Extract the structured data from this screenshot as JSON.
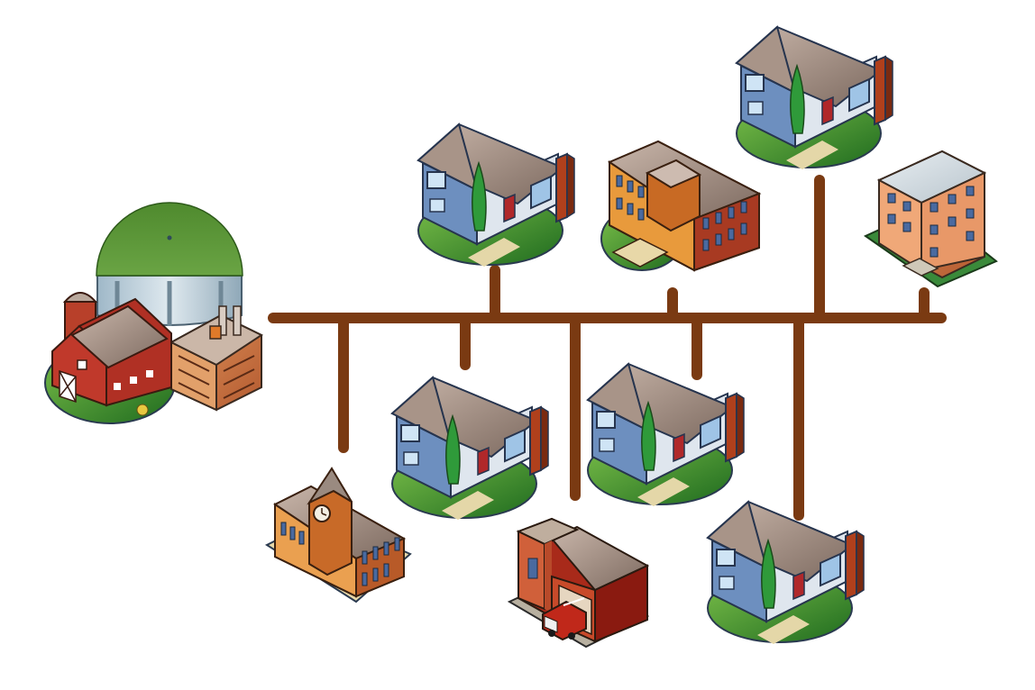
{
  "diagram": {
    "colors": {
      "pipe": "#7a3a12",
      "lawn": "#2f8a2a",
      "roof": "#9a8478",
      "wall_blue": "#5576a8",
      "brick": "#b0432a",
      "dome": "#5b8f3a"
    },
    "nodes": [
      {
        "id": "biogas-farm",
        "icon": "farm-biogas-plant-icon"
      },
      {
        "id": "house-top-1",
        "icon": "house-icon"
      },
      {
        "id": "school",
        "icon": "apartment-school-icon"
      },
      {
        "id": "house-top-2",
        "icon": "house-icon"
      },
      {
        "id": "apartment",
        "icon": "apartment-building-icon"
      },
      {
        "id": "town-hall",
        "icon": "town-hall-icon"
      },
      {
        "id": "house-bottom-1",
        "icon": "house-icon"
      },
      {
        "id": "fire-station",
        "icon": "fire-station-icon"
      },
      {
        "id": "house-bottom-2",
        "icon": "house-icon"
      },
      {
        "id": "house-bottom-3",
        "icon": "house-icon"
      }
    ]
  }
}
